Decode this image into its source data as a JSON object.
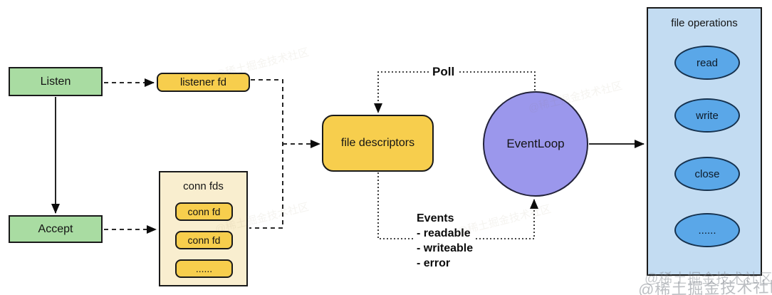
{
  "colors": {
    "canvas_bg": "#ffffff",
    "green_fill": "#a9dca2",
    "gold_fill": "#f7ce4d",
    "cream_fill": "#f9eecf",
    "purple_fill": "#9b97ec",
    "lightblue_fill": "#c3dcf2",
    "blue_fill": "#5aa7e8",
    "stroke": "#1a1a1a",
    "watermark_gray": "#7a7f87"
  },
  "nodes": {
    "listen": {
      "label": "Listen"
    },
    "accept": {
      "label": "Accept"
    },
    "listener_fd": {
      "label": "listener fd"
    },
    "conn_fds": {
      "title": "conn fds",
      "items": [
        "conn fd",
        "conn fd",
        "......"
      ]
    },
    "file_descriptors": {
      "label": "file descriptors"
    },
    "event_loop": {
      "label": "EventLoop"
    },
    "file_operations": {
      "title": "file operations",
      "items": [
        "read",
        "write",
        "close",
        "......"
      ]
    }
  },
  "labels": {
    "poll": "Poll",
    "events_title": "Events",
    "events_items": [
      "- readable",
      "- writeable",
      "- error"
    ]
  },
  "watermark": {
    "line1": "@稀土掘金技术社区",
    "line2": "@稀土掘金技术社区"
  }
}
